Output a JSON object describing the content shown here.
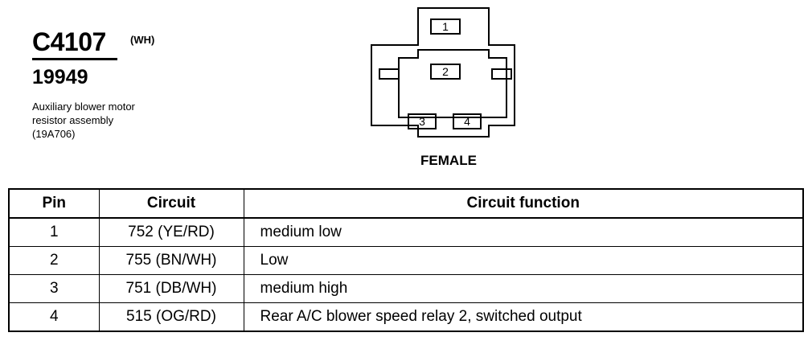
{
  "header": {
    "connector_id": "C4107",
    "color_code": "(WH)",
    "part_number": "19949",
    "description_lines": [
      "Auxiliary blower motor",
      "resistor assembly",
      "(19A706)"
    ]
  },
  "connector": {
    "gender": "FEMALE",
    "pins": [
      "1",
      "2",
      "3",
      "4"
    ]
  },
  "table": {
    "headers": [
      "Pin",
      "Circuit",
      "Circuit function"
    ],
    "rows": [
      [
        "1",
        "752 (YE/RD)",
        "medium low"
      ],
      [
        "2",
        "755 (BN/WH)",
        "Low"
      ],
      [
        "3",
        "751 (DB/WH)",
        "medium high"
      ],
      [
        "4",
        "515 (OG/RD)",
        "Rear A/C blower speed relay 2, switched output"
      ]
    ]
  }
}
